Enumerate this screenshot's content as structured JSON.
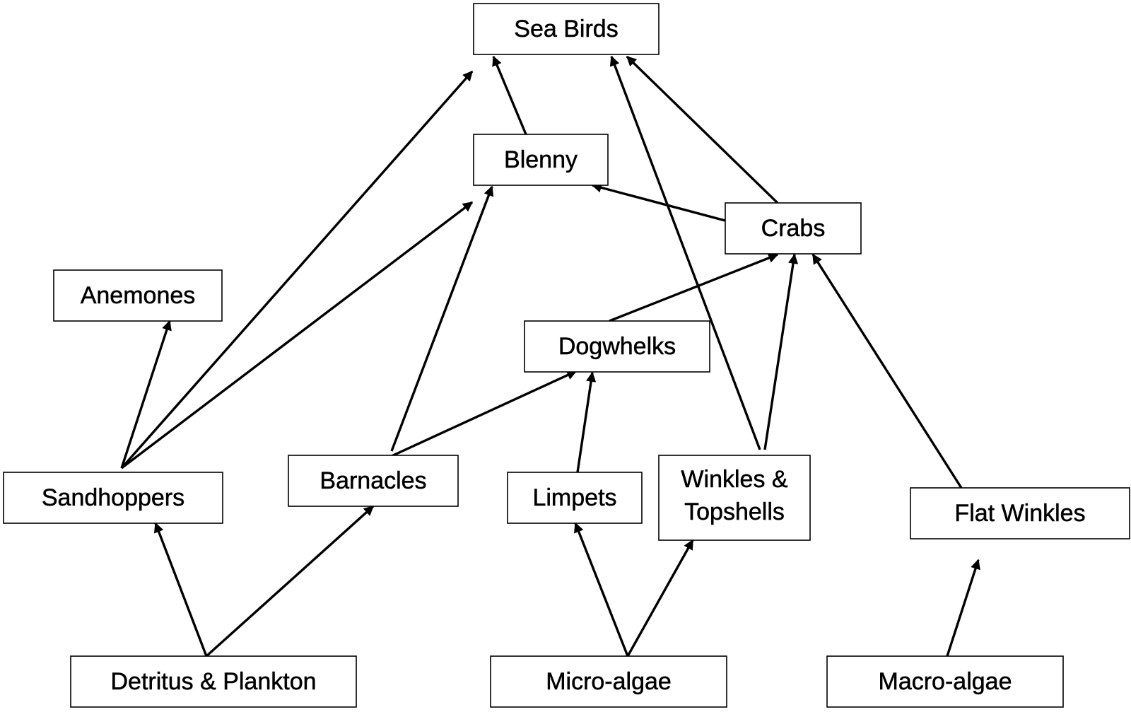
{
  "nodes": {
    "sea_birds": "Sea Birds",
    "blenny": "Blenny",
    "crabs": "Crabs",
    "anemones": "Anemones",
    "dogwhelks": "Dogwhelks",
    "sandhoppers": "Sandhoppers",
    "barnacles": "Barnacles",
    "limpets": "Limpets",
    "winkles_topshells_line1": "Winkles &",
    "winkles_topshells_line2": "Topshells",
    "flat_winkles": "Flat Winkles",
    "detritus_plankton": "Detritus & Plankton",
    "micro_algae": "Micro-algae",
    "macro_algae": "Macro-algae"
  },
  "edges": [
    {
      "from": "Sandhoppers",
      "to": "Sea Birds"
    },
    {
      "from": "Sandhoppers",
      "to": "Blenny"
    },
    {
      "from": "Sandhoppers",
      "to": "Anemones"
    },
    {
      "from": "Blenny",
      "to": "Sea Birds"
    },
    {
      "from": "Crabs",
      "to": "Sea Birds"
    },
    {
      "from": "Winkles & Topshells",
      "to": "Sea Birds"
    },
    {
      "from": "Crabs",
      "to": "Blenny"
    },
    {
      "from": "Barnacles",
      "to": "Blenny"
    },
    {
      "from": "Dogwhelks",
      "to": "Crabs"
    },
    {
      "from": "Winkles & Topshells",
      "to": "Crabs"
    },
    {
      "from": "Flat Winkles",
      "to": "Crabs"
    },
    {
      "from": "Barnacles",
      "to": "Dogwhelks"
    },
    {
      "from": "Limpets",
      "to": "Dogwhelks"
    },
    {
      "from": "Detritus & Plankton",
      "to": "Sandhoppers"
    },
    {
      "from": "Detritus & Plankton",
      "to": "Barnacles"
    },
    {
      "from": "Micro-algae",
      "to": "Limpets"
    },
    {
      "from": "Micro-algae",
      "to": "Winkles & Topshells"
    },
    {
      "from": "Macro-algae",
      "to": "Flat Winkles"
    }
  ]
}
